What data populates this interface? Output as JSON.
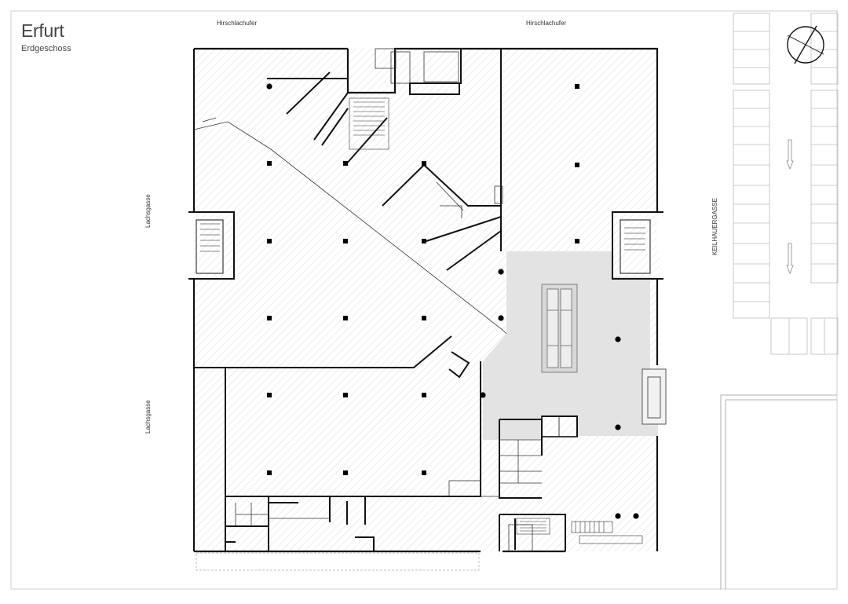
{
  "title": "Erfurt",
  "subtitle": "Erdgeschoss",
  "streets": {
    "top_left": "Hirschlachufer",
    "top_right": "Hirschlachufer",
    "left_upper": "Lachsgasse",
    "left_lower": "Lachsgasse",
    "right": "KEILHAUERGASSE"
  },
  "colors": {
    "wall": "#111111",
    "hatch": "#cfcfcf",
    "hall_fill": "#e3e3e3",
    "column": "#000000",
    "border": "#cccccc"
  },
  "icons": {
    "north_arrow": "north-arrow-icon",
    "escalator": "escalator-icon",
    "stairs": "stairs-icon",
    "parking_arrow": "arrow-down-icon"
  }
}
